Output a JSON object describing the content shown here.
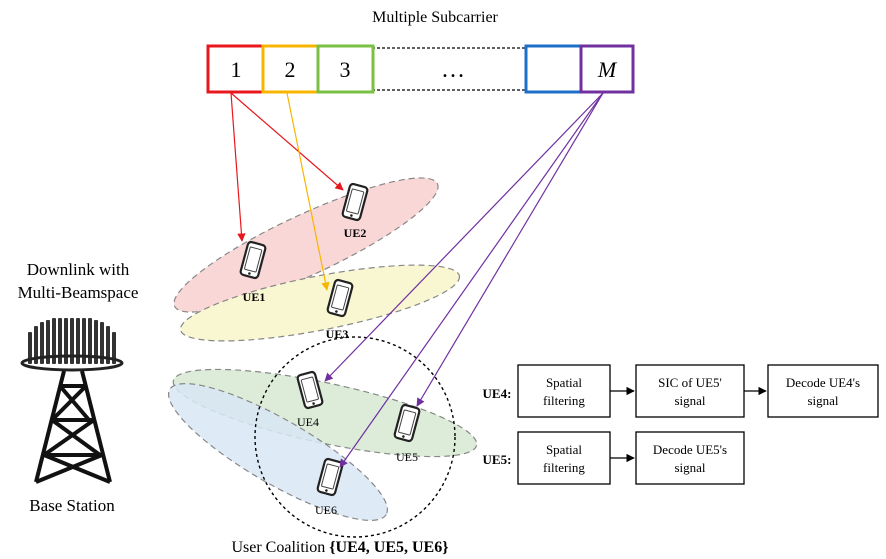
{
  "title": "Multiple Subcarrier",
  "subcarriers": {
    "labels": [
      "1",
      "2",
      "3",
      "…",
      "",
      "M"
    ],
    "colors": [
      "#e8171c",
      "#f7b500",
      "#7ac143",
      "#1e6fc9",
      "#7030a0"
    ]
  },
  "base_station": {
    "caption_line1": "Downlink with",
    "caption_line2": "Multi-Beamspace",
    "label": "Base Station",
    "icon": "antenna-tower-icon"
  },
  "users": [
    "UE1",
    "UE2",
    "UE3",
    "UE4",
    "UE5",
    "UE6"
  ],
  "beam_colors": {
    "beam1": "#f9d7d7",
    "beam2": "#f9f6d2",
    "beam3": "#dcecd8",
    "beam4": "#d8e8f4"
  },
  "coalition": {
    "prefix": "User Coalition ",
    "members": "{UE4, UE5, UE6}"
  },
  "pipelines": [
    {
      "user": "UE4:",
      "steps": [
        [
          "Spatial",
          "filtering"
        ],
        [
          "SIC of UE5'",
          "signal"
        ],
        [
          "Decode UE4's",
          "signal"
        ]
      ]
    },
    {
      "user": "UE5:",
      "steps": [
        [
          "Spatial",
          "filtering"
        ],
        [
          "Decode UE5's",
          "signal"
        ]
      ]
    }
  ],
  "arrow_colors": {
    "red": "#e8171c",
    "yellow": "#f7b500",
    "purple": "#7030a0"
  }
}
